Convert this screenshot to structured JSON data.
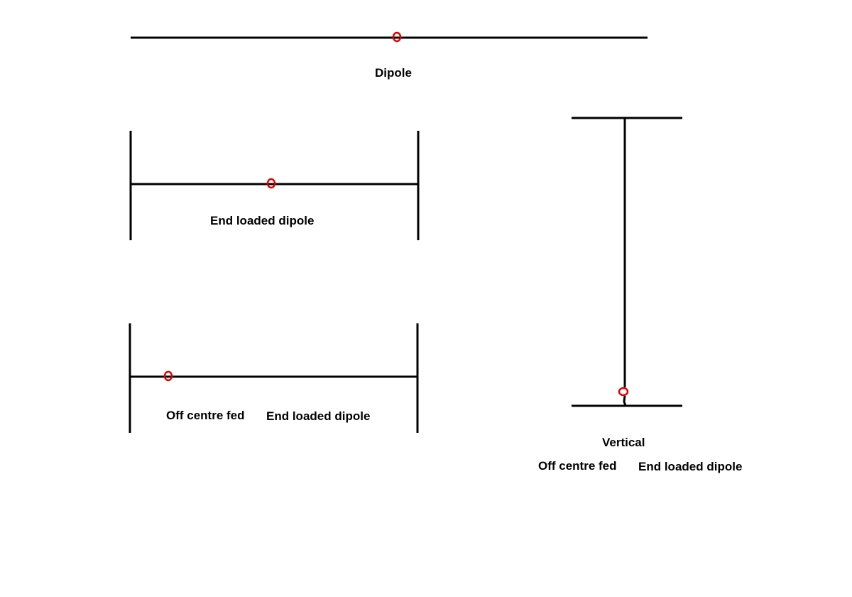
{
  "labels": {
    "dipole": "Dipole",
    "end_loaded_dipole": "End loaded dipole",
    "ocf_off_centre": "Off centre fed",
    "ocf_end_loaded": "End loaded dipole",
    "vertical": "Vertical",
    "vertical_off_centre": "Off centre fed",
    "vertical_end_loaded": "End loaded dipole"
  },
  "colors": {
    "wire": "#000000",
    "feed_point": "#e00000",
    "background": "#ffffff"
  }
}
